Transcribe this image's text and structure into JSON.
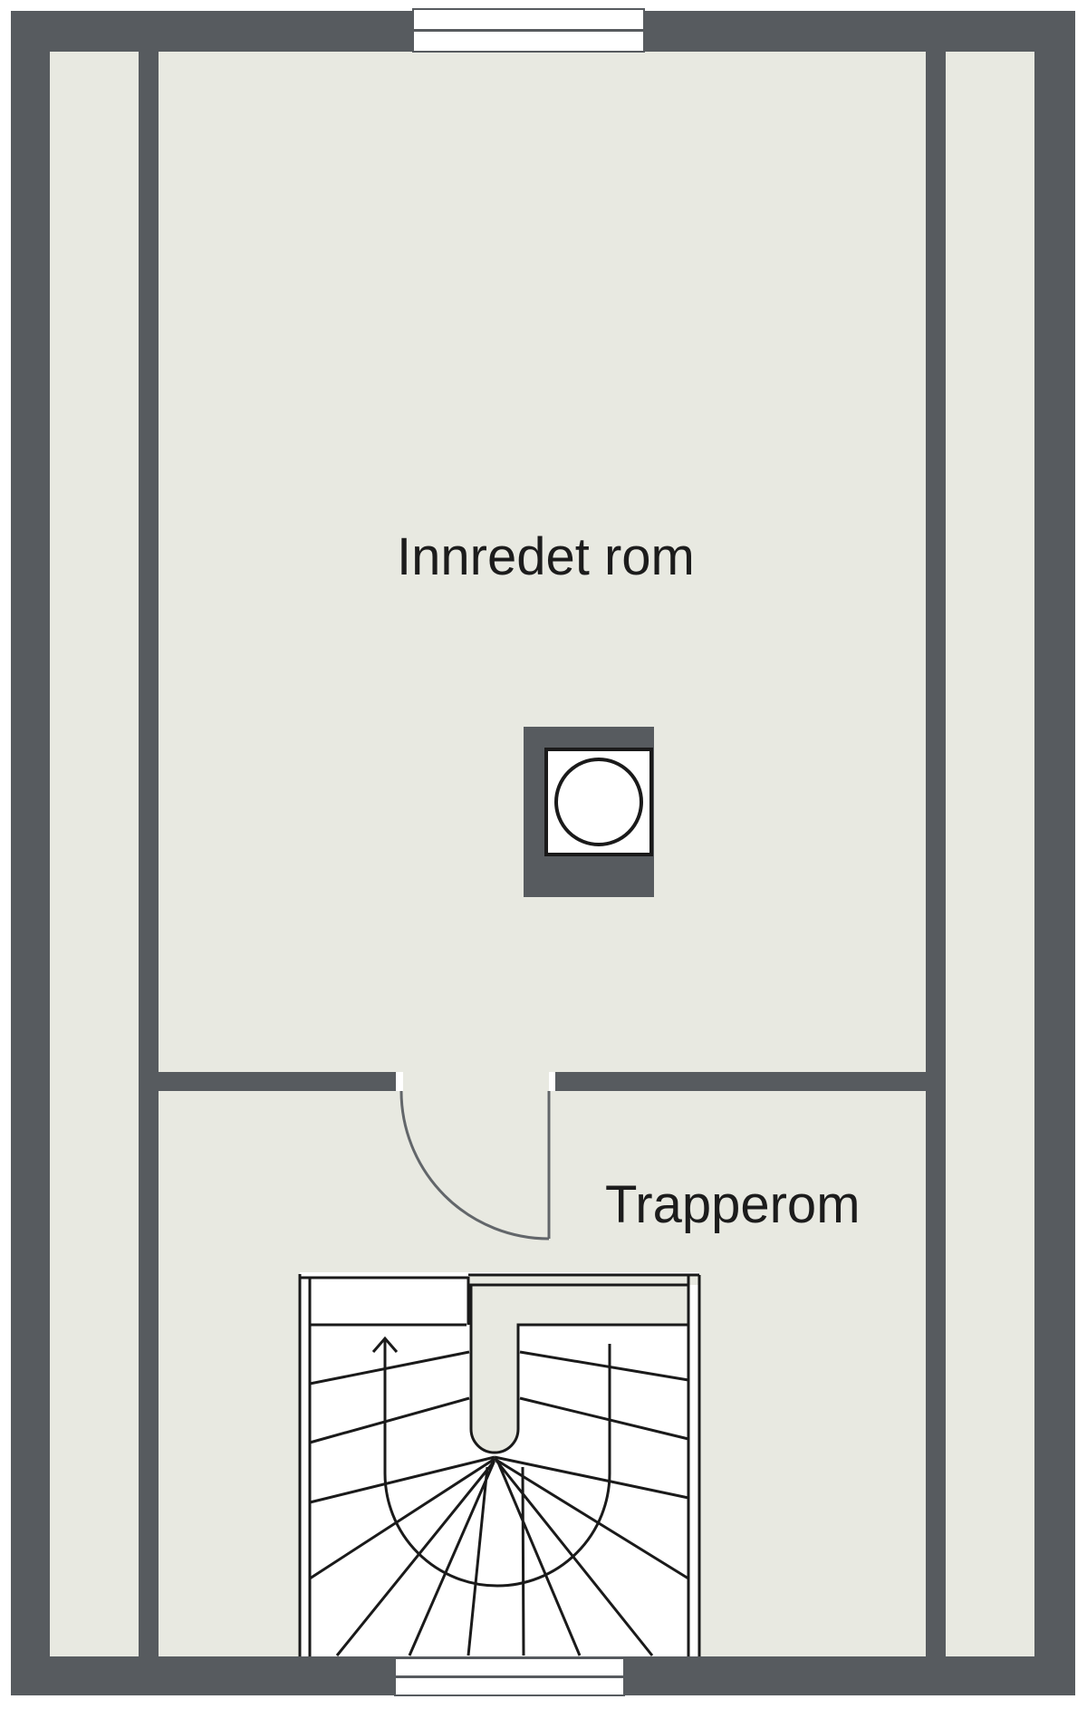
{
  "plan": {
    "rooms": [
      {
        "id": "innredet-rom",
        "label": "Innredet rom"
      },
      {
        "id": "trapperom",
        "label": "Trapperom"
      }
    ],
    "stair": {
      "direction": "up",
      "arrow_icon": "up-arrow-icon"
    },
    "features": {
      "windows": 2,
      "doors": 1,
      "chimney_with_stove": true
    },
    "colors": {
      "wall": "#575b5f",
      "floor": "#e8e9e1",
      "line": "#1a1a1a",
      "door_line": "#62666a",
      "white": "#ffffff",
      "text": "#1c1c1c"
    }
  }
}
